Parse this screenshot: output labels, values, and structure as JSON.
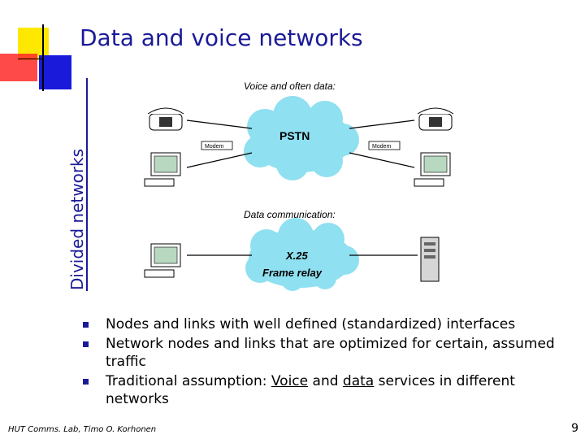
{
  "slide": {
    "title": "Data and voice networks",
    "side_title": "Divided networks"
  },
  "diagram": {
    "top_label": "Voice and often data:",
    "bottom_label": "Data communication:",
    "pstn_label": "PSTN",
    "packet_label_1": "X.25",
    "packet_label_2": "Frame relay",
    "modem_left": "Modem",
    "modem_right": "Modem"
  },
  "bullets": {
    "b1": "Nodes and links with well defined (standardized) interfaces",
    "b2": "Network nodes and links that are optimized for certain, assumed traffic",
    "b3_prefix": "Traditional assumption: ",
    "b3_voice": "Voice",
    "b3_and": " and  ",
    "b3_data": "data",
    "b3_suffix": " services in different networks"
  },
  "footer": {
    "credit": "HUT Comms. Lab, Timo O. Korhonen",
    "page_number": "9"
  },
  "colors": {
    "title": "#1a1a99",
    "cloud": "#8fe0f0"
  }
}
